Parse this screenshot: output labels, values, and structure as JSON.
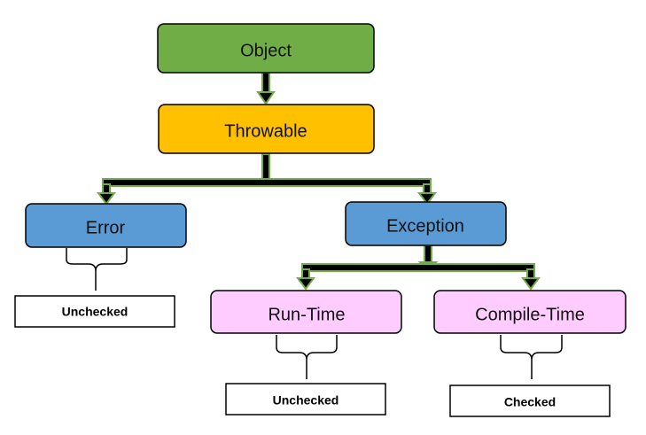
{
  "colors": {
    "object_fill": "#70ad47",
    "throwable_fill": "#ffc000",
    "error_exception_fill": "#5b9bd5",
    "runtime_compile_fill": "#ffccff",
    "connector_fill": "#000000",
    "connector_outline": "#70ad47",
    "box_stroke": "#000000"
  },
  "nodes": {
    "object": "Object",
    "throwable": "Throwable",
    "error": "Error",
    "exception": "Exception",
    "run_time": "Run-Time",
    "compile_time": "Compile-Time"
  },
  "labels": {
    "error_type": "Unchecked",
    "run_time_type": "Unchecked",
    "compile_time_type": "Checked"
  }
}
